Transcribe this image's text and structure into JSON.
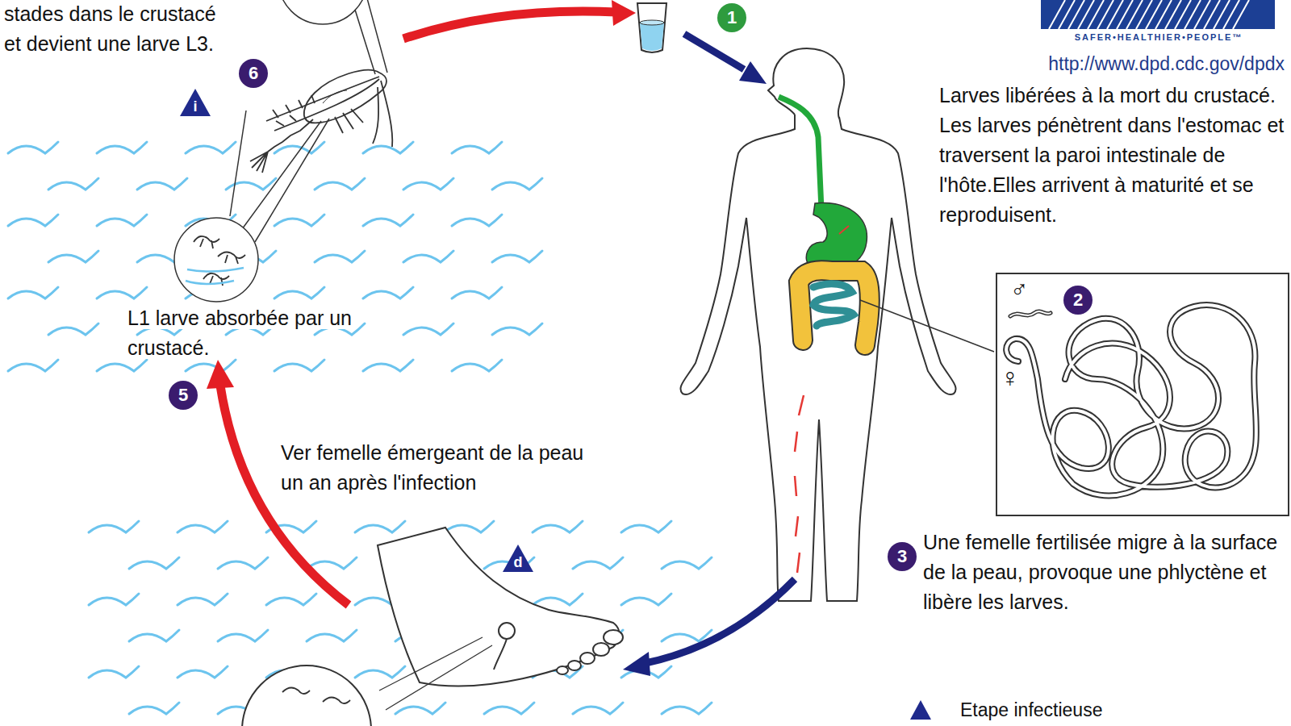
{
  "diagram": {
    "nodes": [
      {
        "text": [
          "♂",
          "2",
          "♀"
        ]
      }
    ],
    "labels": [
      "stades dans le crustacé et devient une larve L3.",
      "6",
      "i",
      "1",
      "SAFER•HEALTHIER•PEOPLE™",
      "http://www.dpd.cdc.gov/dpdx",
      "Larves libérées à la mort du crustacé. Les larves pénètrent dans l'estomac et traversent la paroi intestinale de l'hôte.Elles arrivent à maturité et se reproduisent.",
      "L1 larve absorbée par un crustacé.",
      "5",
      "Ver femelle émergeant de la peau un an après l'infection",
      "d",
      "3",
      "Une femelle fertilisée migre à la surface de la peau, provoque une phlyctène et libère les larves."
    ],
    "legend": [
      {
        "text": "Etape infectieuse"
      }
    ]
  }
}
